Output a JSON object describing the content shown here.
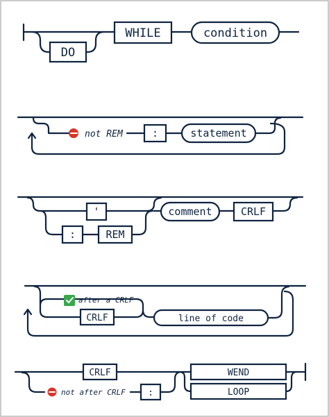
{
  "diagram": {
    "row1": {
      "do_label": "DO",
      "while_label": "WHILE",
      "condition_label": "condition"
    },
    "row2": {
      "not_rem_label": "not REM",
      "colon_label": ":",
      "statement_label": "statement"
    },
    "row3": {
      "apostrophe_label": "'",
      "colon_label": ":",
      "rem_label": "REM",
      "comment_label": "comment",
      "crlf_label": "CRLF"
    },
    "row4": {
      "after_crlf_label": "after a CRLF",
      "crlf_label": "CRLF",
      "line_of_code_label": "line of code"
    },
    "row5": {
      "crlf_label": "CRLF",
      "not_after_crlf_label": "not after CRLF",
      "colon_label": ":",
      "wend_label": "WEND",
      "loop_label": "LOOP"
    },
    "icons": {
      "forbidden": "no-entry-icon",
      "allowed": "check-icon"
    },
    "colors": {
      "line": "#0e2340",
      "forbidden": "#d9362b",
      "allowed": "#38a84b"
    }
  }
}
